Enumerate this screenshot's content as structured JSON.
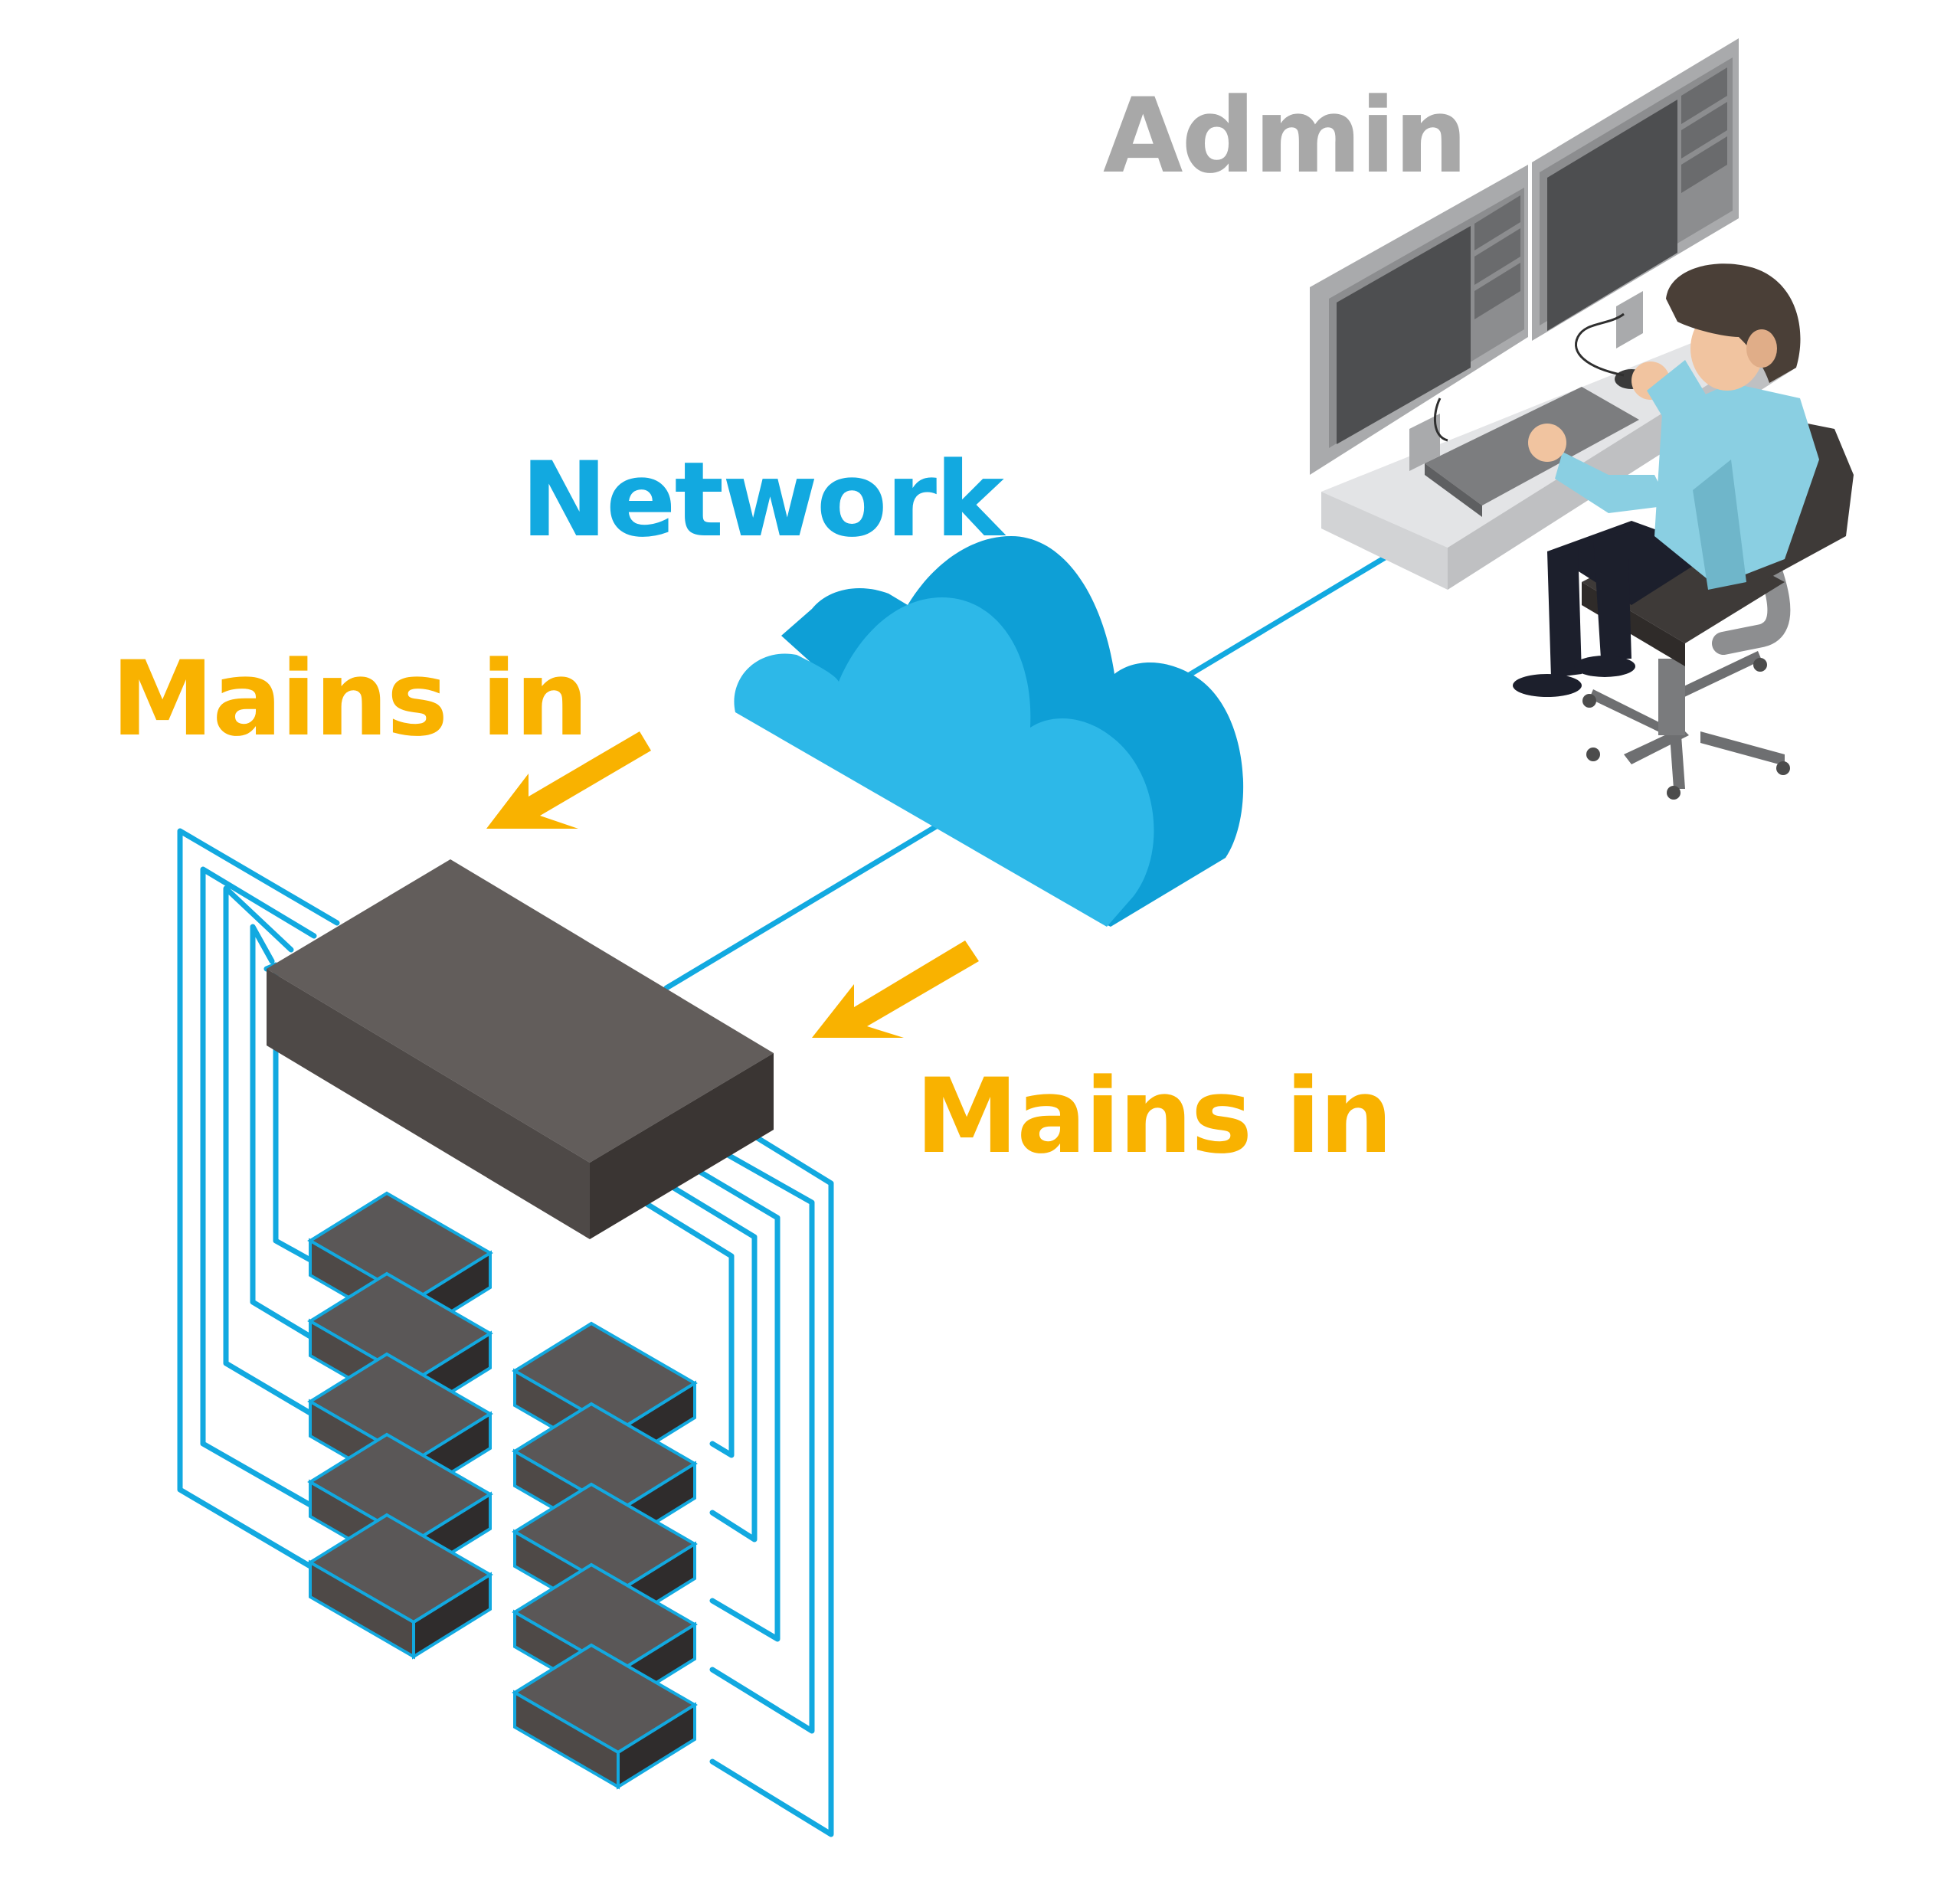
{
  "labels": {
    "admin": "Admin",
    "network": "Network",
    "mains_left": "Mains in",
    "mains_right": "Mains in"
  },
  "colors": {
    "network_blue": "#12A9E0",
    "cloud_light": "#2DB8E8",
    "cloud_dark": "#0E9FD6",
    "arrow_orange": "#F9B200",
    "admin_grey": "#A8A8A8",
    "device_top": "#625D5B",
    "device_front": "#4E4947",
    "device_side": "#3A3533",
    "node_top": "#5A5757",
    "node_side": "#2F2C2C",
    "shirt": "#8ACFE2",
    "hair": "#4A3F37",
    "skin": "#F1C4A0"
  },
  "icons": {
    "cloud": "cloud-icon",
    "controller": "power-controller-icon",
    "admin": "admin-workstation-icon"
  }
}
